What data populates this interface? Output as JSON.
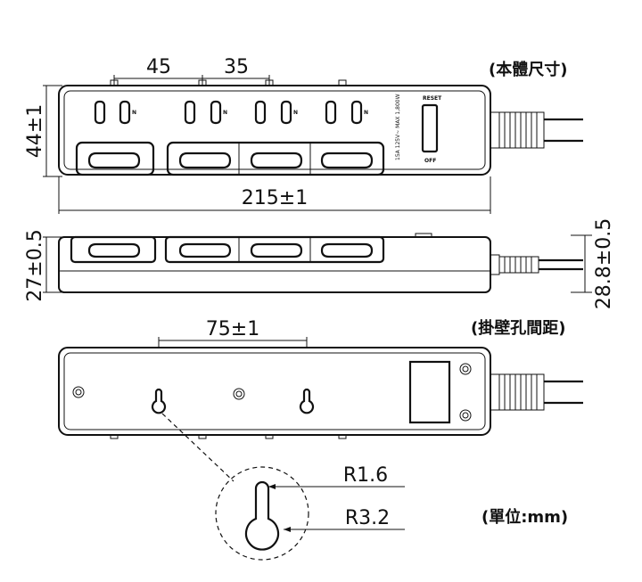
{
  "labels": {
    "body_size": "(本體尺寸)",
    "hole_spacing": "(掛壁孔間距)",
    "unit": "(單位:mm)"
  },
  "dimensions": {
    "pitch_a": "45",
    "pitch_b": "35",
    "height": "44±1",
    "length": "215±1",
    "thickness": "27±0.5",
    "total_thickness": "28.8±0.5",
    "hole_pitch": "75±1",
    "small_radius": "R1.6",
    "large_radius": "R3.2"
  },
  "device_marks": {
    "reset": "RESET",
    "off": "OFF",
    "rating": "15A 125V~ MAX 1,800W",
    "socket_letter": "N"
  }
}
